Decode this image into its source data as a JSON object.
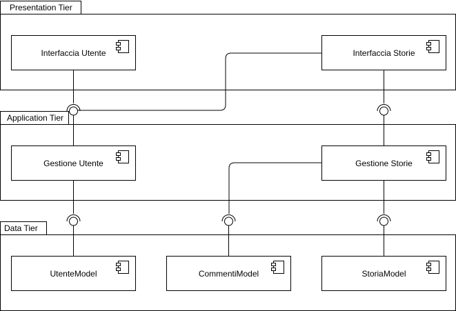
{
  "tiers": {
    "presentation": {
      "title": "Presentation Tier"
    },
    "application": {
      "title": "Application Tier"
    },
    "data": {
      "title": "Data Tier"
    }
  },
  "components": {
    "interfaccia_utente": {
      "label": "Interfaccia Utente"
    },
    "interfaccia_storie": {
      "label": "Interfaccia Storie"
    },
    "gestione_utente": {
      "label": "Gestione Utente"
    },
    "gestione_storie": {
      "label": "Gestione Storie"
    },
    "utente_model": {
      "label": "UtenteModel"
    },
    "commenti_model": {
      "label": "CommentiModel"
    },
    "storia_model": {
      "label": "StoriaModel"
    }
  }
}
